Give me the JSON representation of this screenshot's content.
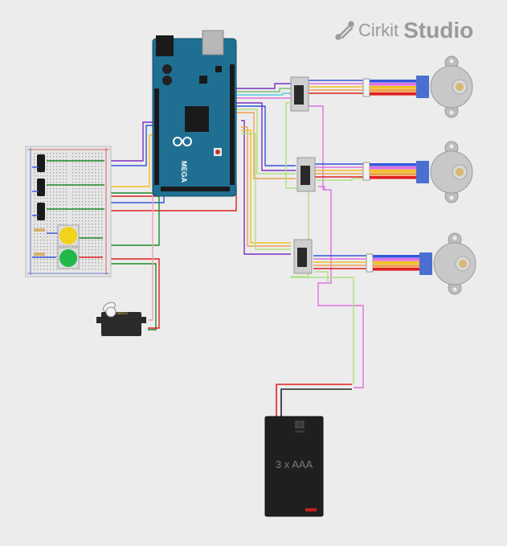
{
  "brand": {
    "name_light": "Cirkit",
    "name_bold": "Studio",
    "color": "#9a9a9a"
  },
  "board": {
    "label": "MEGA"
  },
  "servo": {
    "label": "SERVO"
  },
  "battery": {
    "label": "3 x AAA",
    "switch_label": "OPEN"
  },
  "components": [
    "arduino-mega",
    "breadboard",
    "slide-switch-1",
    "slide-switch-2",
    "slide-switch-3",
    "yellow-button",
    "green-button",
    "servo-motor",
    "uln2003-driver-1",
    "uln2003-driver-2",
    "uln2003-driver-3",
    "stepper-motor-1",
    "stepper-motor-2",
    "stepper-motor-3",
    "battery-pack-3xAAA"
  ],
  "colors": {
    "background": "#ececec",
    "board": "#1f6f93",
    "wire_red": "#e02020",
    "wire_green": "#1a8a2a",
    "wire_blue": "#3355dd",
    "wire_purple": "#7a30c0",
    "wire_magenta": "#e070e0",
    "wire_yellow": "#f0c020",
    "wire_orange": "#f0a050",
    "wire_lightgreen": "#b0e080",
    "wire_cyan": "#50d0e0",
    "motor_body": "#c8c8c8",
    "motor_ribbon_blue": "#4a6fd0"
  }
}
